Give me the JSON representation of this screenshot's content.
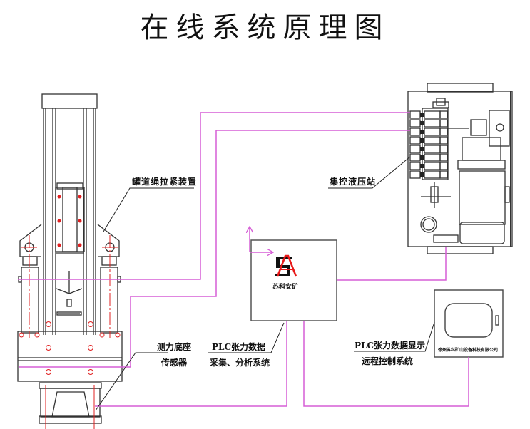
{
  "title": "在线系统原理图",
  "colors": {
    "wire": "#d65fd6",
    "outline": "#333333",
    "centerline": "#e02020",
    "logo_red": "#e81818",
    "logo_black": "#111111"
  },
  "components": {
    "tensioner": {
      "label": "罐道绳拉紧装置"
    },
    "hydraulic_station": {
      "label": "集控液压站"
    },
    "load_sensor": {
      "label_line1": "测力底座",
      "label_line2": "传感器"
    },
    "plc_box": {
      "logo_name": "苏科安矿",
      "label_line1": "PLC张力数据",
      "label_line2": "采集、分析系统"
    },
    "remote_display": {
      "label_line1": "PLC张力数据显示",
      "label_line2": "远程控制系统",
      "panel_text": "徐州苏科矿山设备科技有限公司"
    }
  },
  "connections": [
    {
      "from": "tensioner-cylinder",
      "to": "hydraulic_station"
    },
    {
      "from": "tensioner-base",
      "to": "hydraulic_station"
    },
    {
      "from": "plc_box",
      "to": "hydraulic_station"
    },
    {
      "from": "load_sensor",
      "to": "plc_box"
    },
    {
      "from": "plc_box",
      "to": "remote_display"
    }
  ]
}
